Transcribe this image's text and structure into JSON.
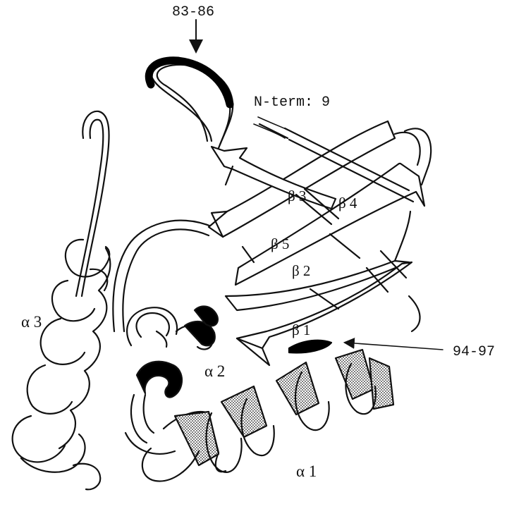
{
  "annotations": {
    "loop_top": "83-86",
    "n_term": "N-term: 9",
    "loop_bottom": "94-97"
  },
  "strands": {
    "b1": "β 1",
    "b2": "β 2",
    "b3": "β 3",
    "b4": "β 4",
    "b5": "β 5"
  },
  "helices": {
    "a1": "α 1",
    "a2": "α 2",
    "a3": "α 3"
  },
  "colors": {
    "ink": "#111111",
    "highlight": "#000000",
    "helix_shade": "#bdbdbd",
    "background": "#ffffff"
  }
}
